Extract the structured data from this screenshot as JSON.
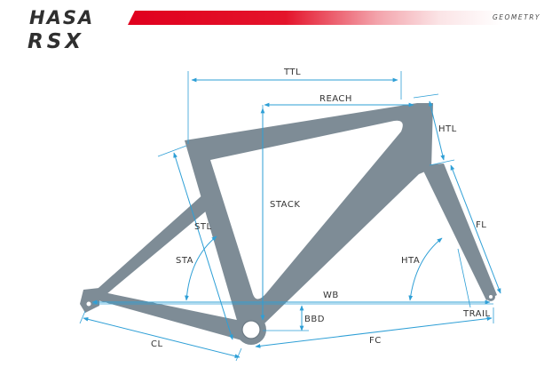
{
  "header": {
    "brand_line1": "HASA",
    "brand_line2": "RSX",
    "section_label": "GEOMETRY",
    "accent_color": "#e4142b"
  },
  "diagram": {
    "frame_color": "#7e8c96",
    "dimension_color": "#2e9fd6",
    "labels": {
      "ttl": "TTL",
      "reach": "REACH",
      "htl": "HTL",
      "stack": "STACK",
      "stl": "STL",
      "fl": "FL",
      "sta": "STA",
      "hta": "HTA",
      "wb": "WB",
      "trail": "TRAIL",
      "bbd": "BBD",
      "cl": "CL",
      "fc": "FC"
    }
  }
}
